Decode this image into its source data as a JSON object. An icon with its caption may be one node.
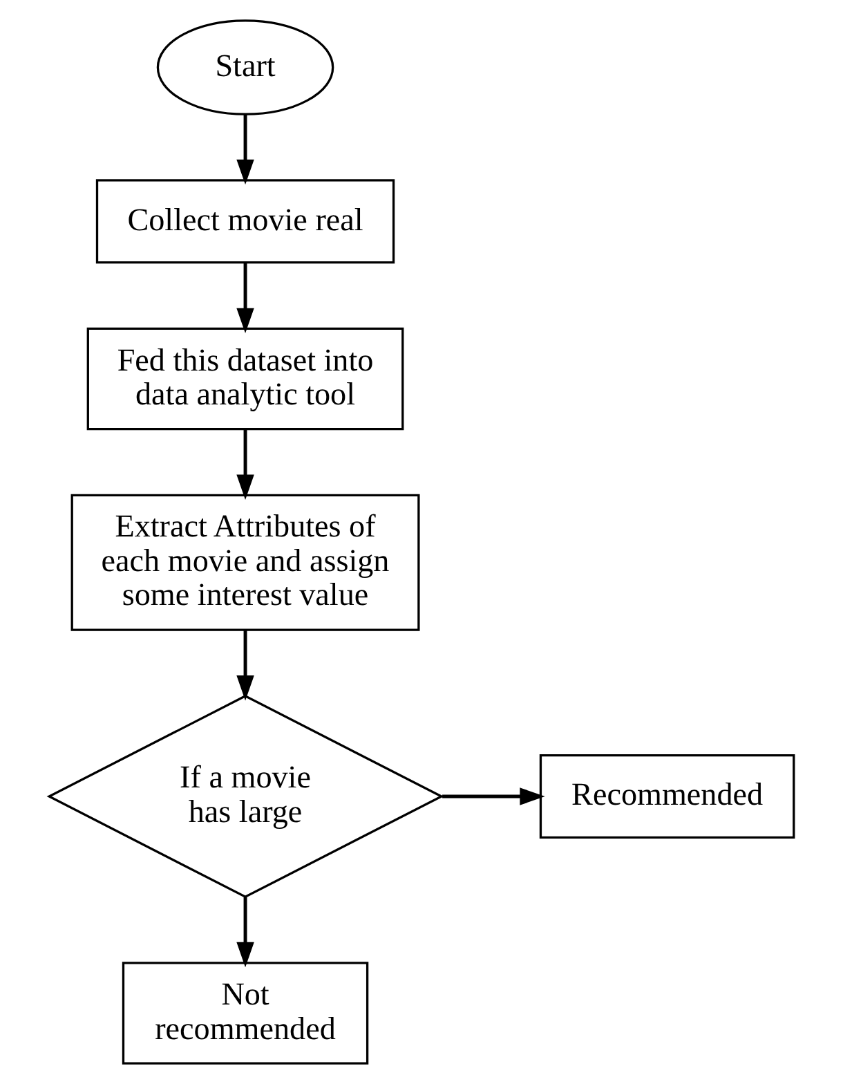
{
  "diagram": {
    "nodes": [
      {
        "text": [
          "Start"
        ]
      },
      {
        "text": [
          "Collect movie real"
        ]
      },
      {
        "text": [
          "Fed this dataset into data analytic tool"
        ]
      },
      {
        "text": [
          "Extract Attributes of each movie and assign some interest value"
        ]
      },
      {
        "text": [
          "If a movie has large"
        ]
      },
      {
        "text": [
          "Recommended"
        ]
      },
      {
        "text": [
          "Not recommended"
        ]
      }
    ],
    "edges": [
      {
        "from": 0,
        "to": 1,
        "arrow": "to"
      },
      {
        "from": 1,
        "to": 2,
        "arrow": "to"
      },
      {
        "from": 2,
        "to": 3,
        "arrow": "to"
      },
      {
        "from": 3,
        "to": 4,
        "arrow": "to"
      },
      {
        "from": 4,
        "to": 5,
        "arrow": "to"
      },
      {
        "from": 4,
        "to": 6,
        "arrow": "to"
      }
    ]
  }
}
